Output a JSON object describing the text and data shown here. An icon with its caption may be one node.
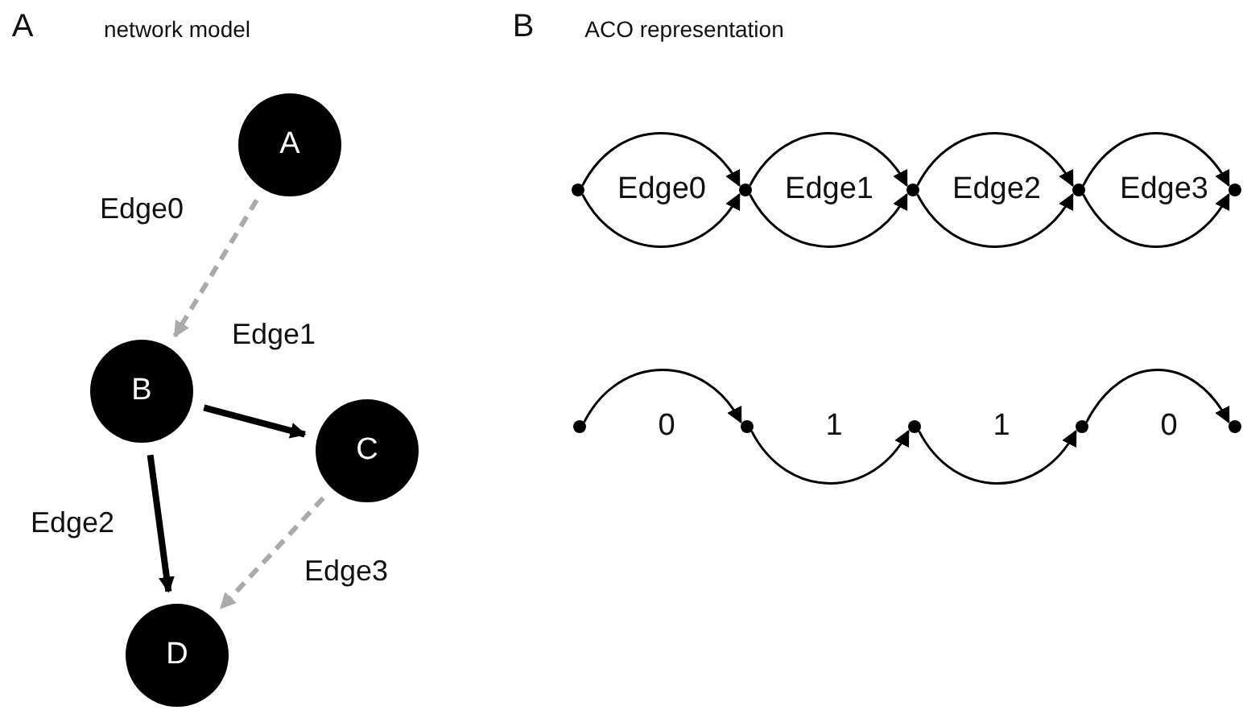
{
  "diagram": {
    "nodes": [
      {
        "text": [
          "A"
        ]
      },
      {
        "text": [
          "B"
        ]
      },
      {
        "text": [
          "C"
        ]
      },
      {
        "text": [
          "D"
        ]
      },
      {
        "text": [],
        "shape": "circle"
      },
      {
        "text": [],
        "shape": "circle"
      },
      {
        "text": [],
        "shape": "circle"
      },
      {
        "text": [],
        "shape": "circle"
      },
      {
        "text": [],
        "shape": "circle"
      },
      {
        "text": [],
        "shape": "circle"
      },
      {
        "text": [],
        "shape": "circle"
      },
      {
        "text": [],
        "shape": "circle"
      },
      {
        "text": [],
        "shape": "circle"
      },
      {
        "text": [],
        "shape": "circle"
      }
    ],
    "edges": [
      {
        "from": 0,
        "to": 1,
        "arrow": "to",
        "label": "Edge0",
        "style": "dashed",
        "color": "#aaaaaa"
      },
      {
        "from": 1,
        "to": 2,
        "arrow": "to",
        "label": "Edge1",
        "style": "thick"
      },
      {
        "from": 1,
        "to": 3,
        "arrow": "to",
        "label": "Edge2",
        "style": "thick"
      },
      {
        "from": 2,
        "to": 3,
        "arrow": "to",
        "label": "Edge3",
        "style": "dashed",
        "color": "#aaaaaa"
      },
      {
        "from": 4,
        "to": 5,
        "arrow": "to"
      },
      {
        "from": 4,
        "to": 5,
        "arrow": "to"
      },
      {
        "from": 5,
        "to": 6,
        "arrow": "to"
      },
      {
        "from": 5,
        "to": 6,
        "arrow": "to"
      },
      {
        "from": 6,
        "to": 7,
        "arrow": "to"
      },
      {
        "from": 6,
        "to": 7,
        "arrow": "to"
      },
      {
        "from": 7,
        "to": 8,
        "arrow": "to"
      },
      {
        "from": 7,
        "to": 8,
        "arrow": "to"
      },
      {
        "from": 9,
        "to": 10,
        "arrow": "to"
      },
      {
        "from": 10,
        "to": 11,
        "arrow": "to"
      },
      {
        "from": 11,
        "to": 12,
        "arrow": "to"
      },
      {
        "from": 12,
        "to": 13,
        "arrow": "to"
      }
    ],
    "labels": [
      "A",
      "network model",
      "B",
      "ACO representation",
      "Edge0",
      "Edge1",
      "Edge2",
      "Edge3",
      "0",
      "1",
      "1",
      "0"
    ]
  }
}
